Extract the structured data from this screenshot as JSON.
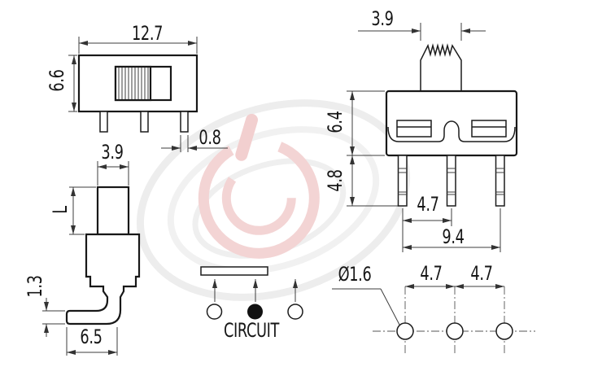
{
  "drawing_type": "slide-switch-technical-drawing",
  "colors": {
    "background": "#ffffff",
    "outline": "#181818",
    "dimension_line": "#3d3d3d",
    "watermark_gray": "#ededed",
    "watermark_pink": "#f3d4d4",
    "filled_terminal": "#111111"
  },
  "views": {
    "top_view": {
      "width": "12.7",
      "height": "6.6",
      "pin_width": "0.8"
    },
    "side_view": {
      "actuator_width": "3.9",
      "actuator_length": "L",
      "pin_thickness": "1.3",
      "pin_length": "6.5"
    },
    "front_view": {
      "actuator_width": "3.9",
      "body_height": "6.4",
      "pin_length": "4.8",
      "pin_pitch": "4.7",
      "pin_span": "9.4"
    },
    "circuit": {
      "label": "CIRCUIT"
    },
    "pcb_layout": {
      "hole_diameter": "Ø1.6",
      "pitch_left": "4.7",
      "pitch_right": "4.7"
    }
  }
}
